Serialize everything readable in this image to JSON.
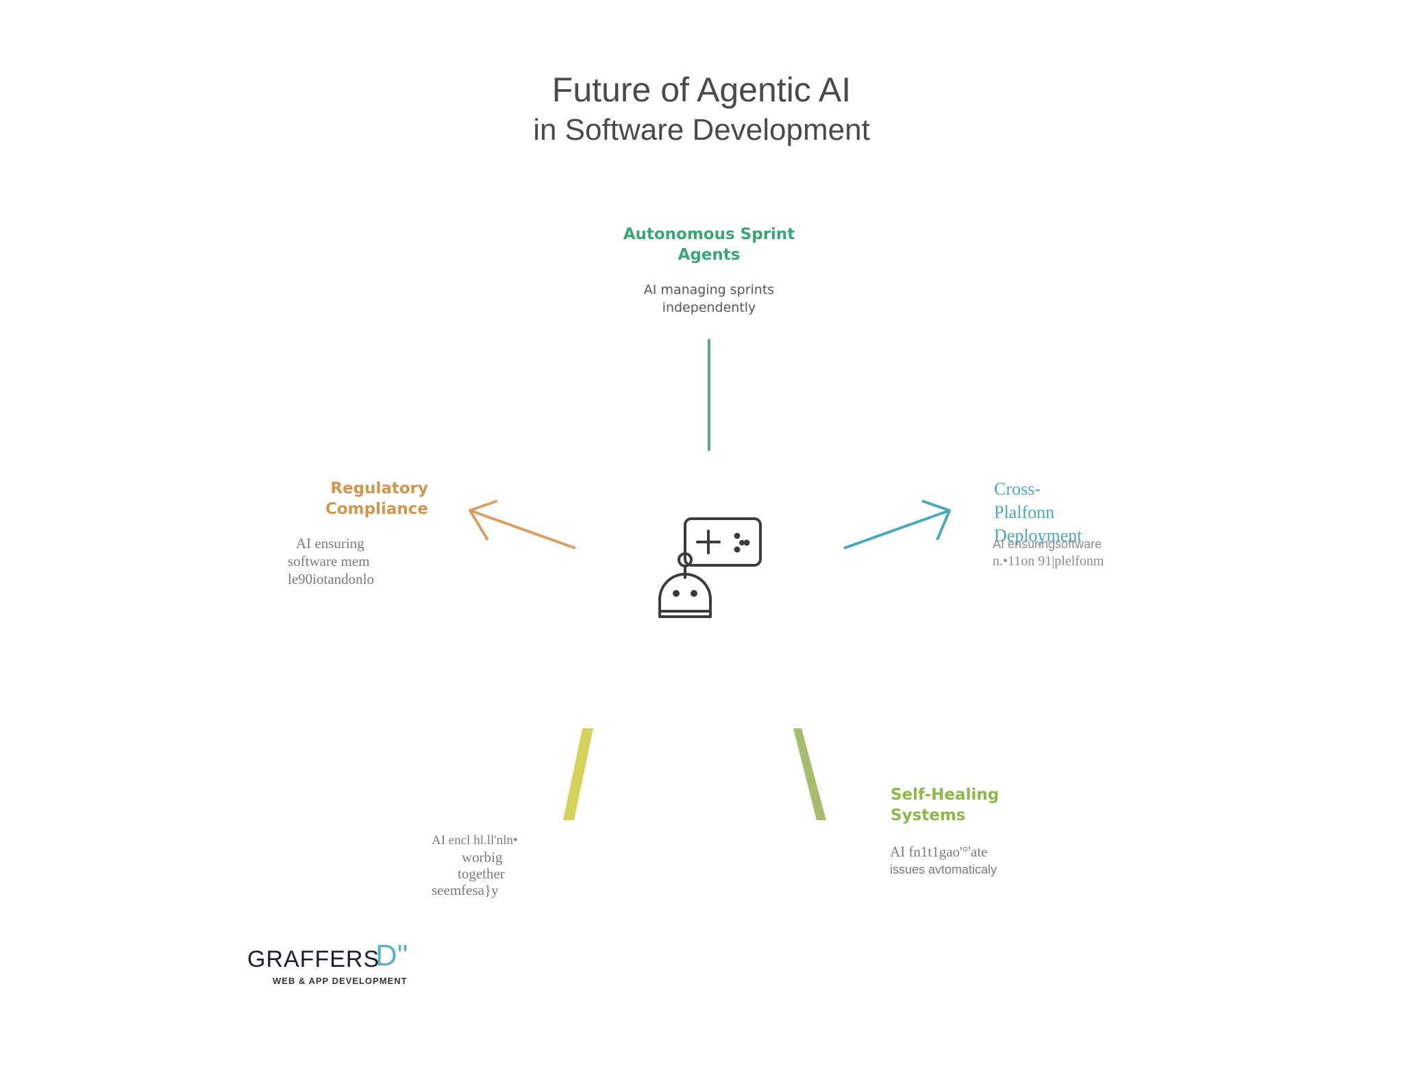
{
  "title": {
    "line1": "Future of Agentic AI",
    "line2": "in Software Development"
  },
  "center": {
    "icon": "robot-with-game-controller-icon"
  },
  "nodes": {
    "top": {
      "title_l1": "Autonomous Sprint",
      "title_l2": "Agents",
      "desc_l1": "AI managing sprints",
      "desc_l2": "independently",
      "color": "#3aa57a"
    },
    "left": {
      "title_l1": "Regulatory",
      "title_l2": "Compliance",
      "desc_l1": "AI ensuring",
      "desc_l2": "software mem",
      "desc_l3": "le90iotandonlo",
      "color": "#d0964c"
    },
    "right": {
      "title_l1": "Cross-",
      "title_l2": "Plalfonn",
      "title_l3": "Deployment",
      "desc_l1": "AI ensuringsoftware",
      "desc_l2": "n.•11on 91|plelfonm",
      "color": "#4aa8bb"
    },
    "bottom_left": {
      "desc_l1": "AI encl hl.ll'nln•",
      "desc_l2": "worbig",
      "desc_l3": "together",
      "desc_l4": "seemfesa}y",
      "color": "#d6d15a"
    },
    "bottom_right": {
      "title_l1": "Self-Healing",
      "title_l2": "Systems",
      "desc_l1": "AI fn1t1gao'°'ate",
      "desc_l2": "issues avtomaticaly",
      "color": "#8cb84a"
    }
  },
  "logo": {
    "name": "GRAFFERS",
    "mark": "D\"",
    "tagline": "WEB & APP DEVELOPMENT"
  }
}
